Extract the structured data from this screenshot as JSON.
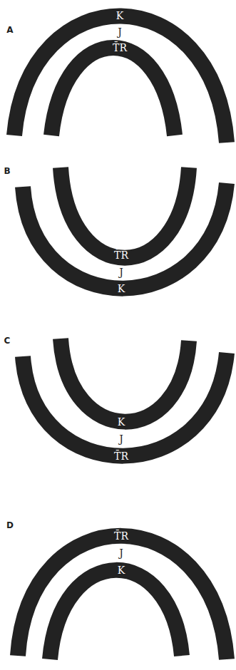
{
  "diagram": {
    "labels": [
      "A",
      "K",
      "J",
      "T̄R",
      "B",
      "T̄R",
      "J",
      "K",
      "C",
      "K",
      "J",
      "T̄R",
      "D",
      "T̄R",
      "J",
      "K"
    ]
  }
}
